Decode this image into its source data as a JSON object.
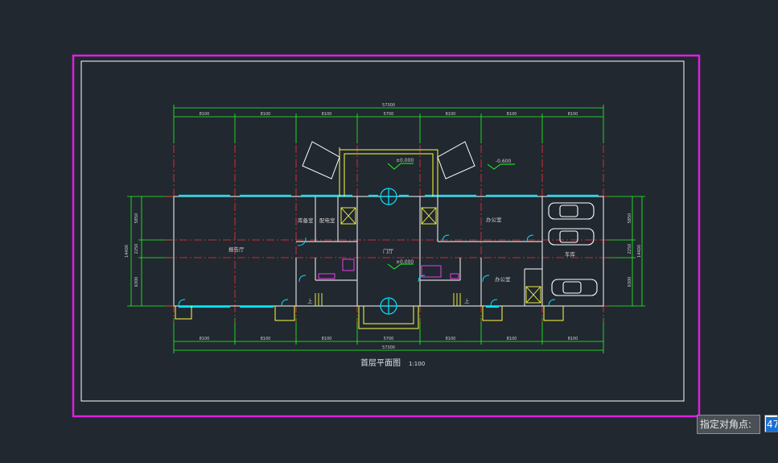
{
  "drawing": {
    "title": "首层平面图",
    "scale": "1:100",
    "overall_dim": "57300",
    "bay_dims": [
      "8100",
      "8100",
      "8100",
      "5700",
      "8100",
      "8100",
      "8100"
    ],
    "left_dims": [
      "5850",
      "2250",
      "6300"
    ],
    "right_dims": [
      "5850",
      "2250",
      "6300"
    ],
    "overall_depth": "14400",
    "elevation_top": "±0.000",
    "elevation_outside": "-0.600",
    "elevation_mid": "±0.000",
    "rooms": {
      "storage": "库备室",
      "power": "配电室",
      "office_top": "办公室",
      "lobby_left": "报告厅",
      "entrance_hall": "门厅",
      "office_bottom": "办公室",
      "garage": "车库"
    },
    "stair_label": "上"
  },
  "command": {
    "prompt": "指定对角点:",
    "input_value": "47"
  },
  "colors": {
    "background": "#212830",
    "selection": "#e01ee0",
    "frame": "#ffffff",
    "grid_axis": "#ff3030",
    "dimension": "#20ff20",
    "wall": "#00e5ff",
    "detail": "#ffff40",
    "text": "#d0d0d0",
    "fixture": "#ff40ff"
  }
}
